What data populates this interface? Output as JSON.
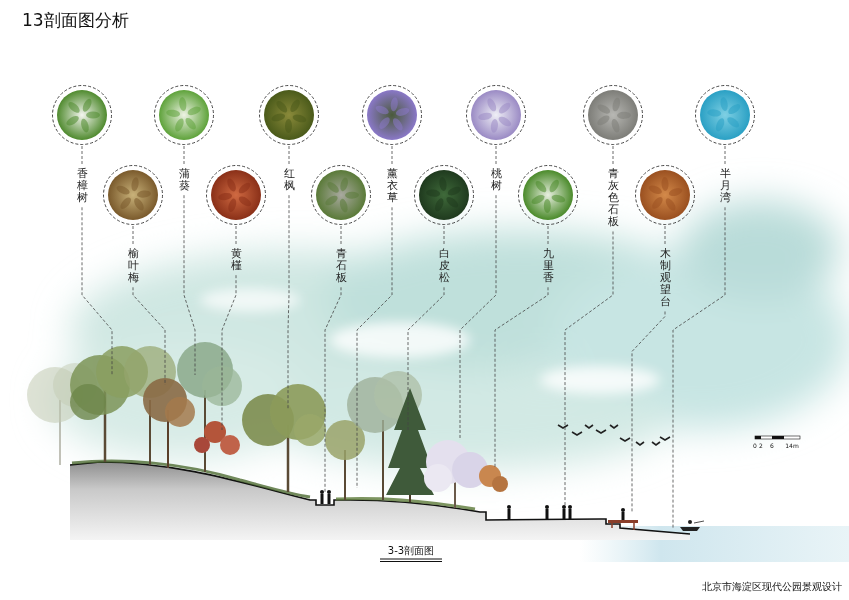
{
  "diagram": {
    "title": "13剖面图分析",
    "caption": "3-3剖面图",
    "nodes": [
      {
        "text": [
          "香樟树"
        ]
      },
      {
        "text": [
          "榆叶梅"
        ]
      },
      {
        "text": [
          "蒲葵"
        ]
      },
      {
        "text": [
          "黄槿"
        ]
      },
      {
        "text": [
          "红枫"
        ]
      },
      {
        "text": [
          "青石板"
        ]
      },
      {
        "text": [
          "薰衣草"
        ]
      },
      {
        "text": [
          "白皮松"
        ]
      },
      {
        "text": [
          "桃树"
        ]
      },
      {
        "text": [
          "九里香"
        ]
      },
      {
        "text": [
          "青灰色石板"
        ]
      },
      {
        "text": [
          "木制观望台"
        ]
      },
      {
        "text": [
          "半月湾"
        ]
      }
    ],
    "labels": [
      "0",
      "2",
      "6",
      "14m",
      "北京市海淀区现代公园景观设计"
    ]
  }
}
